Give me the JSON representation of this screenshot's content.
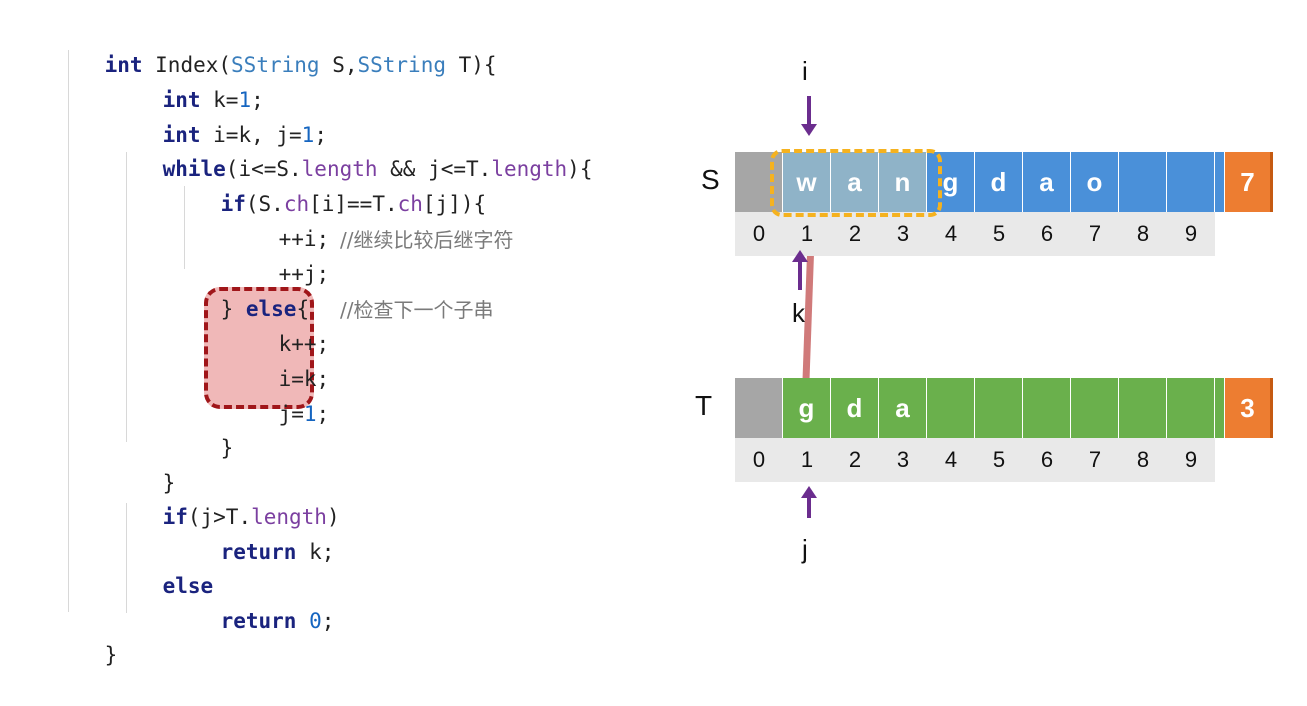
{
  "code": {
    "lines": [
      {
        "t": "int",
        "rest": " Index(",
        "ty1": "SString",
        "m1": " S,",
        "ty2": "SString",
        "m2": " T){"
      },
      {
        "kw": "int",
        "a": " k=",
        "n": "1",
        "b": ";"
      },
      {
        "kw": "int",
        "a": " i=k, j=",
        "n": "1",
        "b": ";"
      },
      {
        "kw": "while",
        "a": "(i<=S.",
        "f1": "length",
        "b": " && j<=T.",
        "f2": "length",
        "c": "){"
      },
      {
        "kw": "if",
        "a": "(S.",
        "f1": "ch",
        "b": "[i]==T.",
        "f2": "ch",
        "c": "[j]){"
      },
      {
        "a": "++i;"
      },
      {
        "a": "++j;",
        "comment": "//继续比较后继字符"
      },
      {
        "a": "} ",
        "kw": "else",
        "b": "{"
      },
      {
        "a": "k++;",
        "comment": "//检查下一个子串"
      },
      {
        "a": "i=k;"
      },
      {
        "a": "j=",
        "n": "1",
        "b": ";"
      },
      {
        "a": "}"
      },
      {
        "a": "}"
      },
      {
        "kw": "if",
        "a": "(j>T.",
        "f1": "length",
        "b": ")"
      },
      {
        "kw": "return",
        "a": " k;"
      },
      {
        "kw": "else"
      },
      {
        "kw": "return",
        "n": " 0",
        "b": ";"
      },
      {
        "a": "}"
      }
    ]
  },
  "diagram": {
    "S": {
      "label": "S",
      "chars": [
        "",
        "w",
        "a",
        "n",
        "g",
        "d",
        "a",
        "o",
        "",
        ""
      ],
      "length": "7",
      "indices": [
        "0",
        "1",
        "2",
        "3",
        "4",
        "5",
        "6",
        "7",
        "8",
        "9"
      ]
    },
    "T": {
      "label": "T",
      "chars": [
        "",
        "g",
        "d",
        "a",
        "",
        "",
        "",
        "",
        "",
        ""
      ],
      "length": "3",
      "indices": [
        "0",
        "1",
        "2",
        "3",
        "4",
        "5",
        "6",
        "7",
        "8",
        "9"
      ]
    },
    "pointers": {
      "i": "i",
      "k": "k",
      "j": "j"
    },
    "colors": {
      "s_cell": "#4a90d9",
      "s_cell_highlight": "#8fb3c8",
      "t_cell": "#6ab04c",
      "gray": "#a6a6a6",
      "length_cell": "#ed7d31",
      "pointer_arrow": "#6b2d8e",
      "link_line": "#d07a7a",
      "dash_box": "#f5b21f",
      "code_highlight_border": "#a0161a"
    }
  }
}
